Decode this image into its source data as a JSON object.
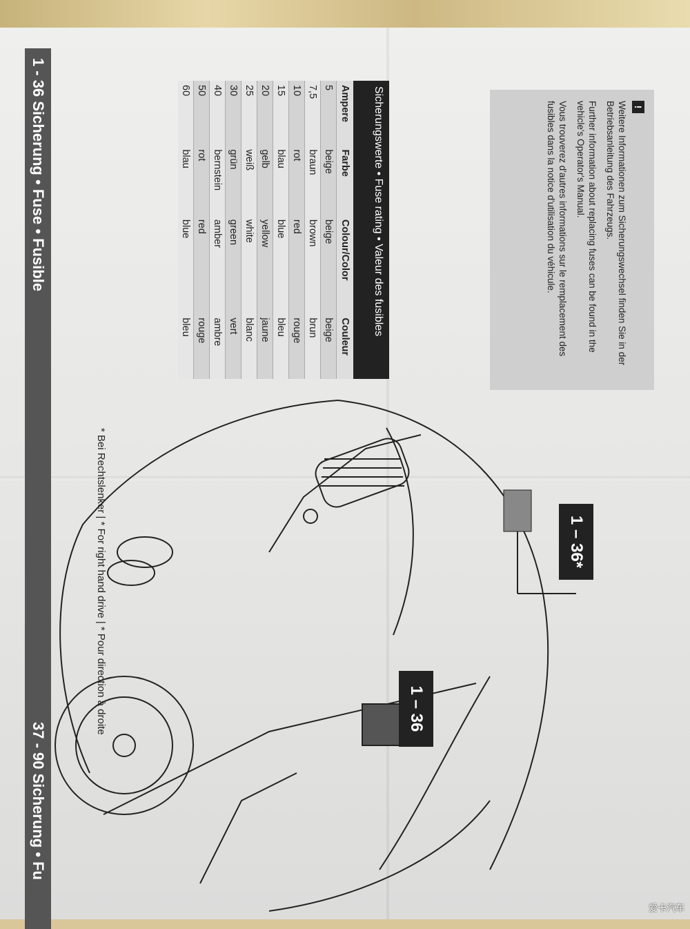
{
  "sidebar": {
    "left_label": "1 - 36 Sicherung • Fuse • Fusible",
    "right_label": "37 - 90 Sicherung • Fu"
  },
  "notice": {
    "icon": "!",
    "de": "Weitere Informationen zum Sicherungswechsel finden Sie in der Betriebsanleitung des Fahrzeugs.",
    "en": "Further information about replacing fuses can be found in the vehicle's Operator's Manual.",
    "fr": "Vous trouverez d'autres informations sur le remplacement des fusibles dans la notice d'utilisation du véhicule."
  },
  "table": {
    "title": "Sicherungswerte • Fuse rating • Valeur des fusibles",
    "headers": [
      "Ampere",
      "Farbe",
      "Colour/Color",
      "Couleur"
    ],
    "rows": [
      [
        "5",
        "beige",
        "beige",
        "beige"
      ],
      [
        "7,5",
        "braun",
        "brown",
        "brun"
      ],
      [
        "10",
        "rot",
        "red",
        "rouge"
      ],
      [
        "15",
        "blau",
        "blue",
        "bleu"
      ],
      [
        "20",
        "gelb",
        "yellow",
        "jaune"
      ],
      [
        "25",
        "weiß",
        "white",
        "blanc"
      ],
      [
        "30",
        "grün",
        "green",
        "vert"
      ],
      [
        "40",
        "bernstein",
        "amber",
        "ambre"
      ],
      [
        "50",
        "rot",
        "red",
        "rouge"
      ],
      [
        "60",
        "blau",
        "blue",
        "bleu"
      ]
    ]
  },
  "callouts": {
    "first": "1 – 36*",
    "second": "1 – 36"
  },
  "footnote": "* Bei Rechtslenker | * For right hand drive | * Pour direction à droite",
  "watermark": "爱卡汽车"
}
